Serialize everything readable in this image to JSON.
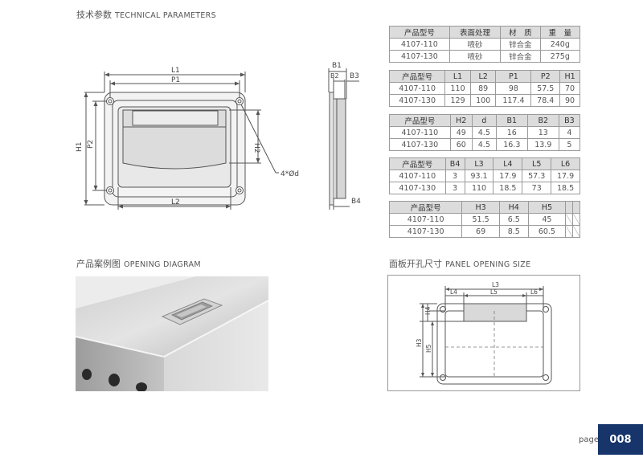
{
  "sections": {
    "technical": {
      "cn": "技术参数",
      "en": "TECHNICAL PARAMETERS"
    },
    "opening_diagram": {
      "cn": "产品案例图",
      "en": "OPENING DIAGRAM"
    },
    "panel_opening": {
      "cn": "面板开孔尺寸",
      "en": "PANEL OPENING SIZE"
    }
  },
  "tables": {
    "t1": {
      "headers": [
        "产品型号",
        "表面处理",
        "材　质",
        "重　量"
      ],
      "rows": [
        [
          "4107-110",
          "喷砂",
          "锌合金",
          "240g"
        ],
        [
          "4107-130",
          "喷砂",
          "锌合金",
          "275g"
        ]
      ]
    },
    "t2": {
      "headers": [
        "产品型号",
        "L1",
        "L2",
        "P1",
        "P2",
        "H1"
      ],
      "rows": [
        [
          "4107-110",
          "110",
          "89",
          "98",
          "57.5",
          "70"
        ],
        [
          "4107-130",
          "129",
          "100",
          "117.4",
          "78.4",
          "90"
        ]
      ]
    },
    "t3": {
      "headers": [
        "产品型号",
        "H2",
        "d",
        "B1",
        "B2",
        "B3"
      ],
      "rows": [
        [
          "4107-110",
          "49",
          "4.5",
          "16",
          "13",
          "4"
        ],
        [
          "4107-130",
          "60",
          "4.5",
          "16.3",
          "13.9",
          "5"
        ]
      ]
    },
    "t4": {
      "headers": [
        "产品型号",
        "B4",
        "L3",
        "L4",
        "L5",
        "L6"
      ],
      "rows": [
        [
          "4107-110",
          "3",
          "93.1",
          "17.9",
          "57.3",
          "17.9"
        ],
        [
          "4107-130",
          "3",
          "110",
          "18.5",
          "73",
          "18.5"
        ]
      ]
    },
    "t5": {
      "headers": [
        "产品型号",
        "H3",
        "H4",
        "H5",
        "",
        ""
      ],
      "rows": [
        [
          "4107-110",
          "51.5",
          "6.5",
          "45",
          "",
          ""
        ],
        [
          "4107-130",
          "69",
          "8.5",
          "60.5",
          "",
          ""
        ]
      ]
    }
  },
  "drawing_labels": {
    "L1": "L1",
    "P1": "P1",
    "L2": "L2",
    "H1": "H1",
    "P2": "P2",
    "H2": "H2",
    "hole": "4*Ød",
    "B1": "B1",
    "B2": "B2",
    "B3": "B3",
    "B4": "B4"
  },
  "panel_labels": {
    "L3": "L3",
    "L4": "L4",
    "L5": "L5",
    "L6": "L6",
    "H3": "H3",
    "H4": "H4",
    "H5": "H5"
  },
  "page": {
    "label": "page",
    "number": "008"
  },
  "colors": {
    "page_box": "#17356b",
    "table_header": "#dcdcdc"
  }
}
